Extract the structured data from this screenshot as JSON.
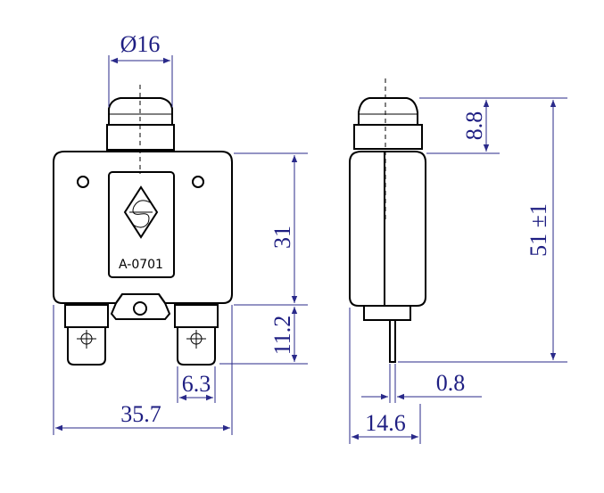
{
  "front_view": {
    "marking": "A-0701"
  },
  "dimensions": {
    "button_diameter": "Ø16",
    "body_height": "31",
    "terminal_length": "11.2",
    "terminal_width": "6.3",
    "overall_width": "35.7",
    "button_height": "8.8",
    "overall_height": "51 ±1",
    "terminal_thickness": "0.8",
    "body_depth": "14.6"
  },
  "colors": {
    "outline": "#000000",
    "dimension": "#1e1e82"
  }
}
